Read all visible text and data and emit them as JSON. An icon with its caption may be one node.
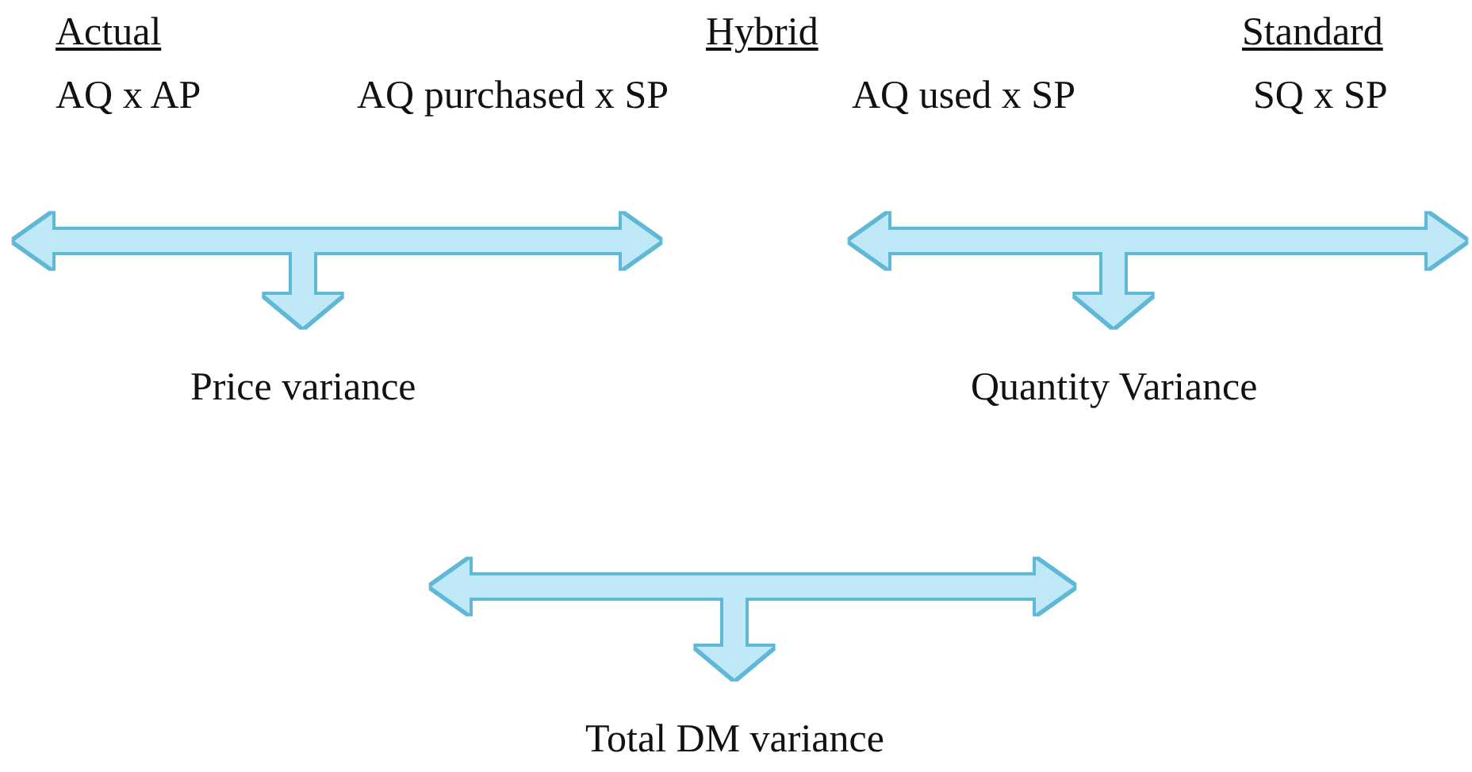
{
  "diagram": {
    "nodes": [
      {
        "text": [
          "AQ x AP"
        ]
      },
      {
        "text": [
          "AQ purchased x SP"
        ]
      },
      {
        "text": [
          "AQ used x SP"
        ]
      },
      {
        "text": [
          "SQ x SP"
        ]
      },
      {
        "text": [
          "Price variance"
        ]
      },
      {
        "text": [
          "Quantity Variance"
        ]
      },
      {
        "text": [
          "Total DM variance"
        ]
      }
    ],
    "edges": [
      {
        "from": 0,
        "to": 4,
        "arrow": "both"
      },
      {
        "from": 1,
        "to": 4,
        "arrow": "both"
      },
      {
        "from": 2,
        "to": 5,
        "arrow": "both"
      },
      {
        "from": 3,
        "to": 5,
        "arrow": "both"
      },
      {
        "from": null,
        "to": 6,
        "arrow": "both"
      },
      {
        "from": null,
        "to": 6,
        "arrow": "both"
      }
    ],
    "labels": [
      "Actual",
      "Hybrid",
      "Standard"
    ]
  }
}
